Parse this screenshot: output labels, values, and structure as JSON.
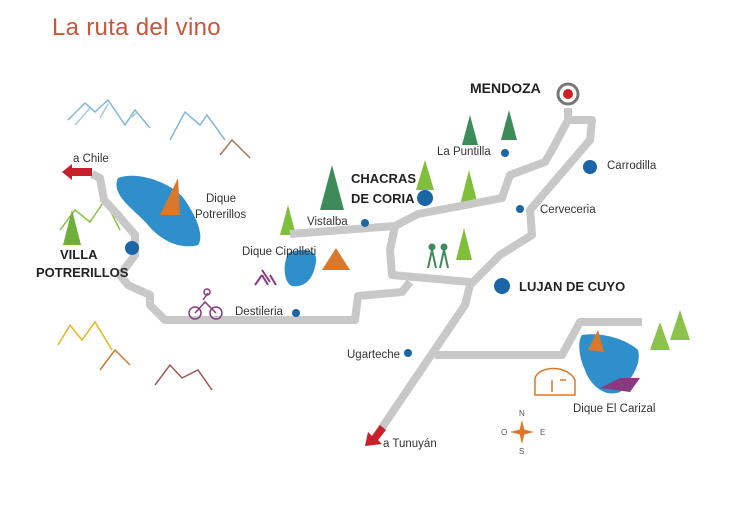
{
  "title": "La ruta del vino",
  "colors": {
    "title": "#c9553a",
    "road": "#c8c8c8",
    "town": "#1a66a6",
    "arrow": "#c8202a",
    "lake": "#2f8fcb"
  },
  "places": {
    "mendoza": "MENDOZA",
    "chacras": [
      "CHACRAS",
      "DE CORIA"
    ],
    "villa": [
      "VILLA",
      "POTRERILLOS"
    ],
    "lujan": "LUJAN DE CUYO",
    "la_puntilla": "La Puntilla",
    "carrodilla": "Carrodilla",
    "vistalba": "Vistalba",
    "cerveceria": "Cerveceria",
    "dique_potrerillos": [
      "Dique",
      "Potrerillos"
    ],
    "dique_cipolleti": "Dique Cipolleti",
    "destileria": "Destileria",
    "ugarteche": "Ugarteche",
    "dique_carizal": "Dique El Carizal",
    "chile": "a  Chile",
    "tunuyan": "a Tunuyán"
  },
  "compass": {
    "n": "N",
    "s": "S",
    "e": "E",
    "o": "O"
  }
}
